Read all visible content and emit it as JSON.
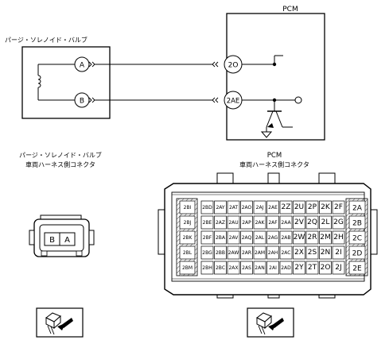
{
  "schematic": {
    "pcm_title": "PCM",
    "valve_title": "パージ・ソレノイド・バルブ",
    "pin_a": "A",
    "pin_b": "B",
    "pcm_pin_top": "2O",
    "pcm_pin_bottom": "2AE"
  },
  "connectors": {
    "left_title_1": "パージ・ソレノイド・バルブ",
    "left_title_2": "車両ハーネス側コネクタ",
    "right_title_1": "PCM",
    "right_title_2": "車両ハーネス側コネクタ",
    "valve_pins": [
      "B",
      "A"
    ],
    "pcm_side_left": [
      "2BI",
      "2BJ",
      "2BK",
      "2BL",
      "2BM"
    ],
    "pcm_side_right": [
      "2A",
      "2B",
      "2C",
      "2D",
      "2E"
    ],
    "pcm_rows": [
      [
        "2BD",
        "2AY",
        "2AT",
        "2AO",
        "2AJ",
        "2AE",
        "2Z",
        "2U",
        "2P",
        "2K",
        "2F"
      ],
      [
        "2BE",
        "2AZ",
        "2AU",
        "2AP",
        "2AK",
        "2AF",
        "2AA",
        "2V",
        "2Q",
        "2L",
        "2G"
      ],
      [
        "2BF",
        "2BA",
        "2AV",
        "2AQ",
        "2AL",
        "2AG",
        "2AB",
        "2W",
        "2R",
        "2M",
        "2H"
      ],
      [
        "2BG",
        "2BB",
        "2AW",
        "2AR",
        "2AM",
        "2AH",
        "2AC",
        "2X",
        "2S",
        "2N",
        "2I"
      ],
      [
        "2BH",
        "2BC",
        "2AX",
        "2AS",
        "2AN",
        "2AI",
        "2AD",
        "2Y",
        "2T",
        "2O",
        "2J"
      ]
    ]
  }
}
